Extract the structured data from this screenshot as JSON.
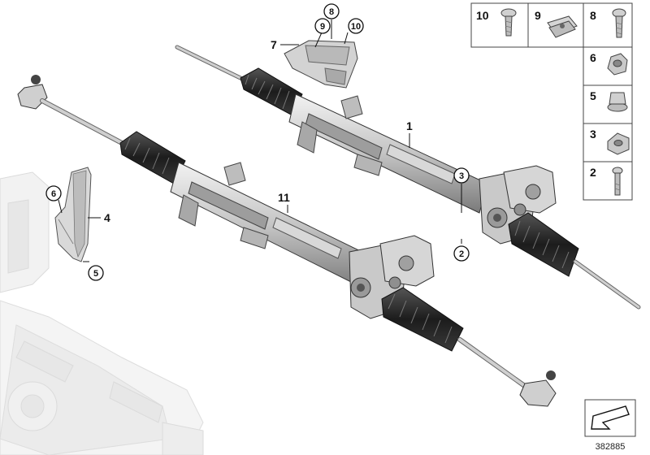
{
  "diagram": {
    "callouts": {
      "c1": "1",
      "c2": "2",
      "c3": "3",
      "c4": "4",
      "c5": "5",
      "c6": "6",
      "c7": "7",
      "c8": "8",
      "c9": "9",
      "c10": "10",
      "c11": "11"
    },
    "legend": [
      {
        "label": "10",
        "part": "screw-icon"
      },
      {
        "label": "9",
        "part": "clip-nut-icon"
      },
      {
        "label": "8",
        "part": "screw-icon"
      },
      {
        "label": "6",
        "part": "hex-nut-icon"
      },
      {
        "label": "5",
        "part": "flange-nut-icon"
      },
      {
        "label": "3",
        "part": "collar-nut-icon"
      },
      {
        "label": "2",
        "part": "bolt-icon"
      }
    ],
    "document_number": "382885"
  },
  "colors": {
    "part_fill": "#cfcfcf",
    "part_shade": "#8a8a8a",
    "boot_fill": "#2a2a2a",
    "ghost_fill": "#ececec",
    "line": "#111111"
  }
}
